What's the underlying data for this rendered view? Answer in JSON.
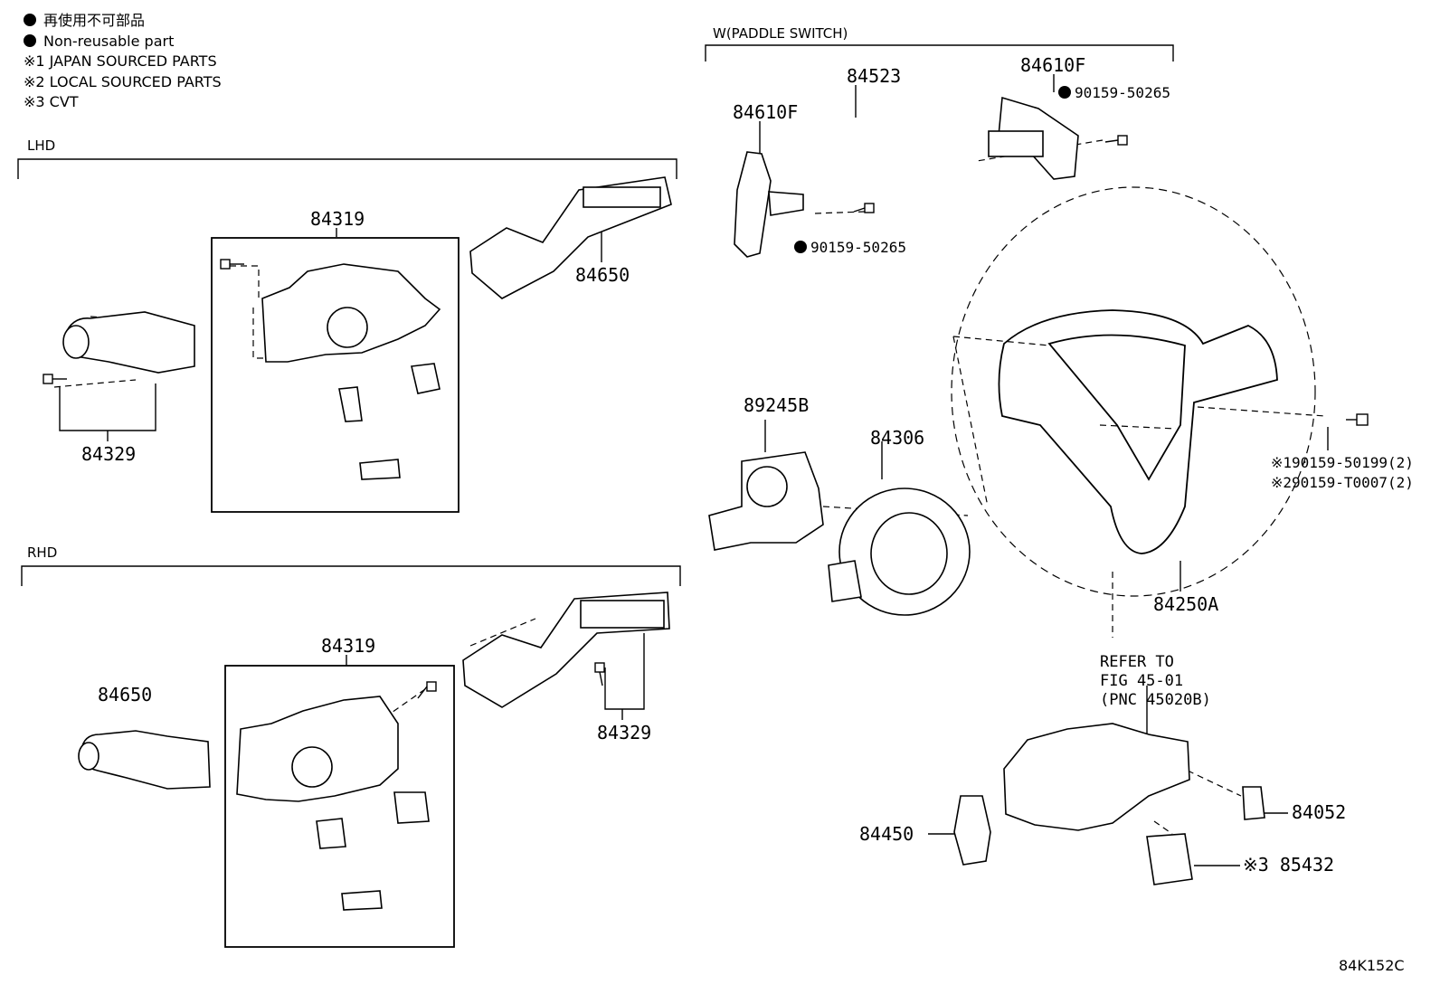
{
  "legend": {
    "non_reusable_jp": "再使用不可部品",
    "non_reusable_en": "Non-reusable part",
    "note1": "※1 JAPAN SOURCED PARTS",
    "note2": "※2 LOCAL SOURCED PARTS",
    "note3": "※3 CVT"
  },
  "sections": {
    "lhd": "LHD",
    "rhd": "RHD",
    "paddle": "W(PADDLE SWITCH)"
  },
  "parts": {
    "lhd_84319": "84319",
    "lhd_84650": "84650",
    "lhd_84329": "84329",
    "rhd_84319": "84319",
    "rhd_84650": "84650",
    "rhd_84329": "84329",
    "paddle_84523": "84523",
    "paddle_84610f_left": "84610F",
    "paddle_84610f_right": "84610F",
    "paddle_bolt_right": "90159-50265",
    "paddle_bolt_left": "90159-50265",
    "sensor_89245b": "89245B",
    "spiral_84306": "84306",
    "wheel_84250a": "84250A",
    "bolt_note1": "※190159-50199(2)",
    "bolt_note2": "※290159-T0007(2)",
    "switch_84450": "84450",
    "switch_84052": "84052",
    "switch_85432": "※3 85432"
  },
  "refer": {
    "line1": "REFER TO",
    "line2": "FIG 45-01",
    "line3": "(PNC 45020B)"
  },
  "figure_code": "84K152C"
}
